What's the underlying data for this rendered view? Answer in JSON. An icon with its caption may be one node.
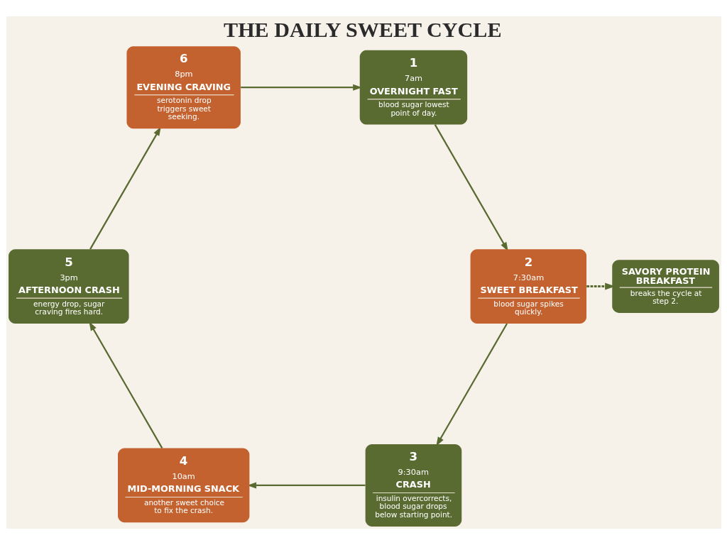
{
  "diagram": {
    "title": "THE DAILY SWEET CYCLE",
    "nodes": [
      {
        "text": [
          "1",
          "7am",
          "OVERNIGHT FAST",
          "blood sugar lowest point of day."
        ]
      },
      {
        "text": [
          "2",
          "7:30am",
          "SWEET BREAKFAST",
          "blood sugar spikes quickly."
        ]
      },
      {
        "text": [
          "3",
          "9:30am",
          "CRASH",
          "insulin overcorrects, blood sugar drops below starting point."
        ]
      },
      {
        "text": [
          "4",
          "10am",
          "MID-MORNING SNACK",
          "another sweet choice to fix the crash."
        ]
      },
      {
        "text": [
          "5",
          "3pm",
          "AFTERNOON CRASH",
          "energy drop, sugar craving fires hard."
        ]
      },
      {
        "text": [
          "6",
          "8pm",
          "EVENING CRAVING",
          "serotonin drop triggers sweet seeking."
        ]
      },
      {
        "text": [
          "SAVORY PROTEIN BREAKFAST",
          "breaks the cycle at step 2."
        ]
      }
    ],
    "edges": [
      {
        "from": 0,
        "to": 1,
        "arrow": "to"
      },
      {
        "from": 1,
        "to": 2,
        "arrow": "to"
      },
      {
        "from": 2,
        "to": 3,
        "arrow": "to"
      },
      {
        "from": 3,
        "to": 4,
        "arrow": "to"
      },
      {
        "from": 4,
        "to": 5,
        "arrow": "to"
      },
      {
        "from": 5,
        "to": 0,
        "arrow": "to"
      },
      {
        "from": 1,
        "to": 6,
        "arrow": "to",
        "style": "dashed"
      }
    ]
  }
}
